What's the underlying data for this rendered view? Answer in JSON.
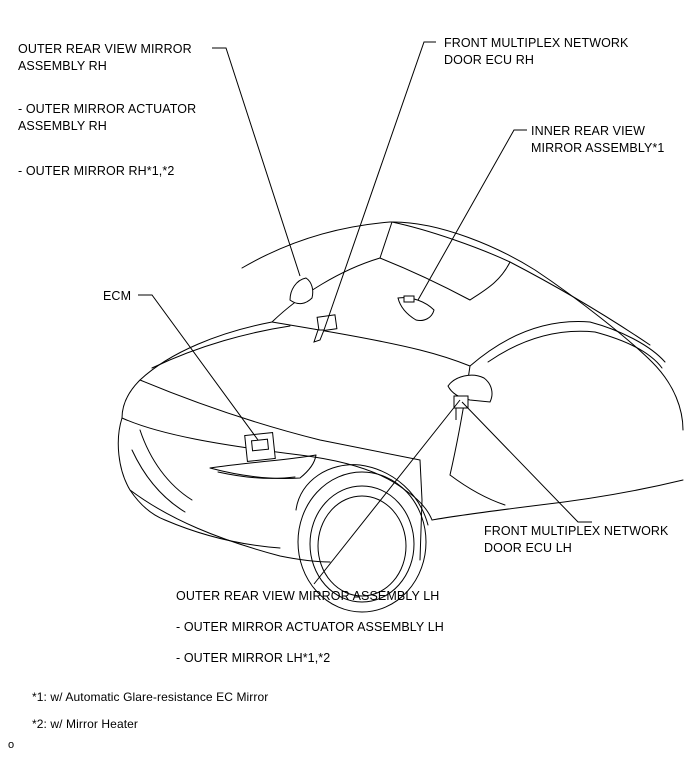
{
  "callouts": {
    "outer_mirror_rh": {
      "title_l1": "OUTER REAR VIEW MIRROR",
      "title_l2": "ASSEMBLY RH",
      "sub1_l1": "- OUTER MIRROR ACTUATOR",
      "sub1_l2": "ASSEMBLY RH",
      "sub2": "- OUTER MIRROR RH*1,*2"
    },
    "front_multiplex_rh": {
      "l1": "FRONT MULTIPLEX NETWORK",
      "l2": "DOOR ECU RH"
    },
    "inner_mirror": {
      "l1": "INNER REAR VIEW",
      "l2": "MIRROR ASSEMBLY*1"
    },
    "ecm": "ECM",
    "front_multiplex_lh": {
      "l1": "FRONT MULTIPLEX NETWORK",
      "l2": "DOOR ECU LH"
    },
    "outer_mirror_lh": {
      "title": "OUTER REAR VIEW MIRROR ASSEMBLY LH",
      "sub1": "- OUTER MIRROR ACTUATOR ASSEMBLY LH",
      "sub2": "- OUTER MIRROR LH*1,*2"
    }
  },
  "footnotes": {
    "note1": "*1: w/ Automatic Glare-resistance EC Mirror",
    "note2": "*2: w/ Mirror Heater"
  },
  "corner_mark": "o"
}
